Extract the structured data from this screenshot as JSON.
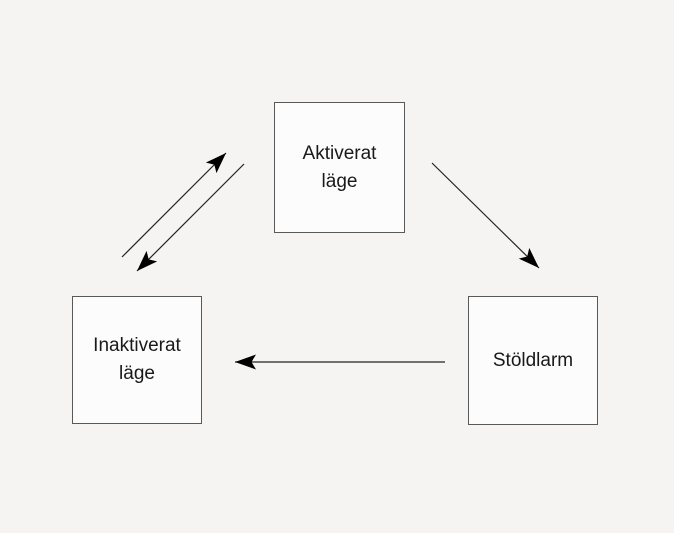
{
  "diagram": {
    "title": "alarm-state-diagram",
    "colors": {
      "background": "#f5f4f2",
      "node_fill": "#fcfcfc",
      "node_border": "#595959",
      "arrow": "#222222",
      "arrowhead": "#000000",
      "text": "#191919"
    },
    "nodes": [
      {
        "id": "aktiverat-lage",
        "line1": "Aktiverat",
        "line2": "läge"
      },
      {
        "id": "inaktiverat-lage",
        "line1": "Inaktiverat",
        "line2": "läge"
      },
      {
        "id": "stoldlarm",
        "line1": "Stöldlarm"
      }
    ],
    "edges": [
      {
        "from": "inaktiverat-lage",
        "to": "aktiverat-lage"
      },
      {
        "from": "aktiverat-lage",
        "to": "inaktiverat-lage"
      },
      {
        "from": "aktiverat-lage",
        "to": "stoldlarm"
      },
      {
        "from": "stoldlarm",
        "to": "inaktiverat-lage"
      }
    ]
  }
}
